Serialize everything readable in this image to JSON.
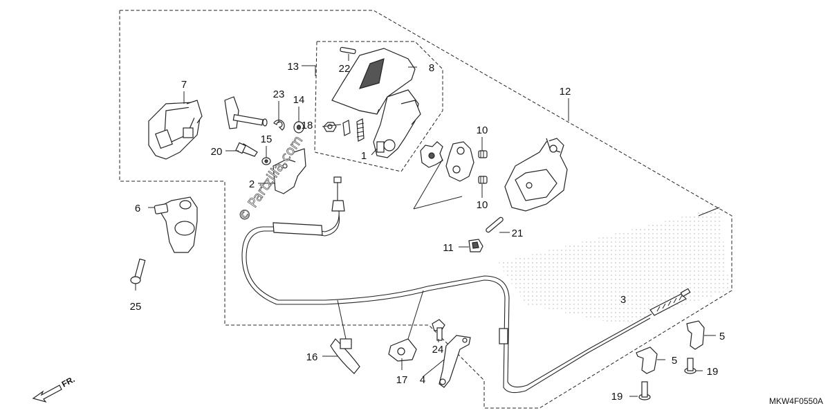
{
  "diagram": {
    "code": "MKW4F0550A",
    "watermark": "© Partzilla.com",
    "direction_label": "FR.",
    "callouts": {
      "n1": "1",
      "n2": "2",
      "n3": "3",
      "n4": "4",
      "n5a": "5",
      "n5b": "5",
      "n6": "6",
      "n7": "7",
      "n8": "8",
      "n10a": "10",
      "n10b": "10",
      "n11": "11",
      "n12": "12",
      "n13": "13",
      "n14": "14",
      "n15": "15",
      "n16": "16",
      "n17": "17",
      "n18": "18",
      "n19a": "19",
      "n19b": "19",
      "n20": "20",
      "n21": "21",
      "n22": "22",
      "n23": "23",
      "n24": "24",
      "n25": "25"
    }
  }
}
